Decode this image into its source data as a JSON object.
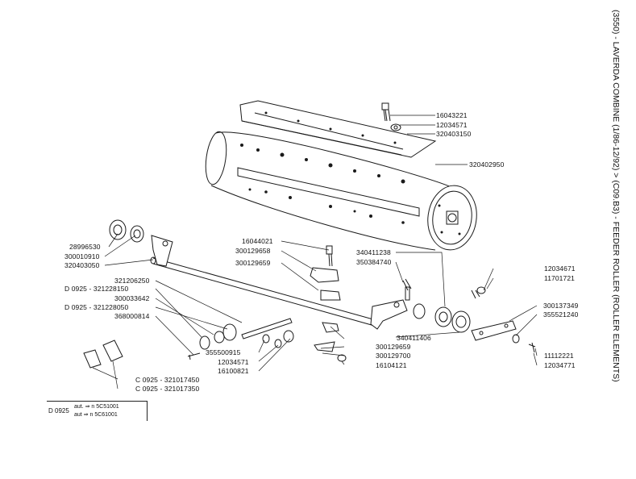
{
  "title": "(3550) - LAVERDA COMBINE (1/86-12/92) > (C09.B3) - FEEDER ROLLER (ROLLER ELEMENTS)",
  "parts": [
    {
      "id": "p16043221",
      "text": "16043221"
    },
    {
      "id": "p12034571a",
      "text": "12034571"
    },
    {
      "id": "p320403150",
      "text": "320403150"
    },
    {
      "id": "p320402950",
      "text": "320402950"
    },
    {
      "id": "p28996530",
      "text": "28996530"
    },
    {
      "id": "p300010910",
      "text": "300010910"
    },
    {
      "id": "p320403050",
      "text": "320403050"
    },
    {
      "id": "p16044021",
      "text": "16044021"
    },
    {
      "id": "p300129658",
      "text": "300129658"
    },
    {
      "id": "p300129659a",
      "text": "300129659"
    },
    {
      "id": "p340411238",
      "text": "340411238"
    },
    {
      "id": "p350384740",
      "text": "350384740"
    },
    {
      "id": "p12034671",
      "text": "12034671"
    },
    {
      "id": "p11701721",
      "text": "11701721"
    },
    {
      "id": "p321206250",
      "text": "321206250"
    },
    {
      "id": "p321228150",
      "text": "D 0925 - 321228150"
    },
    {
      "id": "p300033642",
      "text": "300033642"
    },
    {
      "id": "p321228050",
      "text": "D 0925 - 321228050"
    },
    {
      "id": "p368000814",
      "text": "368000814"
    },
    {
      "id": "p300137349",
      "text": "300137349"
    },
    {
      "id": "p355521240",
      "text": "355521240"
    },
    {
      "id": "p340411406",
      "text": "340411406"
    },
    {
      "id": "p300129659b",
      "text": "300129659"
    },
    {
      "id": "p300129700",
      "text": "300129700"
    },
    {
      "id": "p16104121",
      "text": "16104121"
    },
    {
      "id": "p355500915",
      "text": "355500915"
    },
    {
      "id": "p12034571b",
      "text": "12034571"
    },
    {
      "id": "p16100821",
      "text": "16100821"
    },
    {
      "id": "p11112221",
      "text": "11112221"
    },
    {
      "id": "p12034771",
      "text": "12034771"
    },
    {
      "id": "p321017450",
      "text": "C 0925 - 321017450"
    },
    {
      "id": "p321017350",
      "text": "C 0925 - 321017350"
    }
  ],
  "note": {
    "code": "D 0925",
    "line1": "aut. ⇒ n  5C51001",
    "line2": "aut ⇒ n  5C61001"
  }
}
